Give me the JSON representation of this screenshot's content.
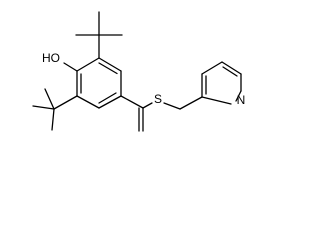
{
  "atoms": {
    "hydroxyl": "HO",
    "sulfur": "S",
    "pyridine_nitrogen": "N"
  },
  "colors": {
    "background": "#ffffff",
    "ink": "#000000"
  }
}
